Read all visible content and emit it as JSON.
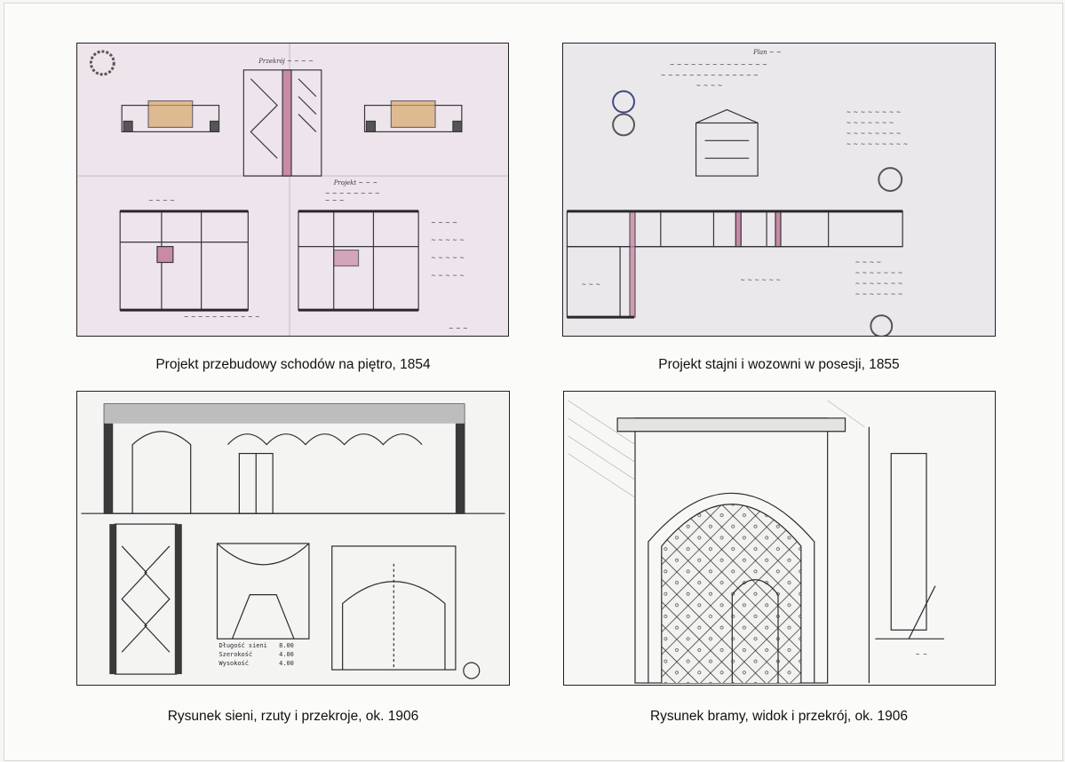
{
  "captions": {
    "top_left": "Projekt przebudowy schodów na piętro, 1854",
    "top_right": "Projekt stajni i wozowni w posesji, 1855",
    "bottom_left": "Rysunek sieni, rzuty i przekroje, ok. 1906",
    "bottom_right": "Rysunek bramy, widok i przekrój, ok. 1906"
  },
  "drawing_legend": {
    "depth_label": "Długość sieni",
    "depth_value": "8.00",
    "width_label": "Szerokość",
    "width_value": "4.00",
    "height_label": "Wysokość",
    "height_value": "4.00"
  },
  "colors": {
    "pink_accent": "#c98aa6",
    "ochre_accent": "#d9a86a",
    "ink": "#2b2a2e"
  }
}
